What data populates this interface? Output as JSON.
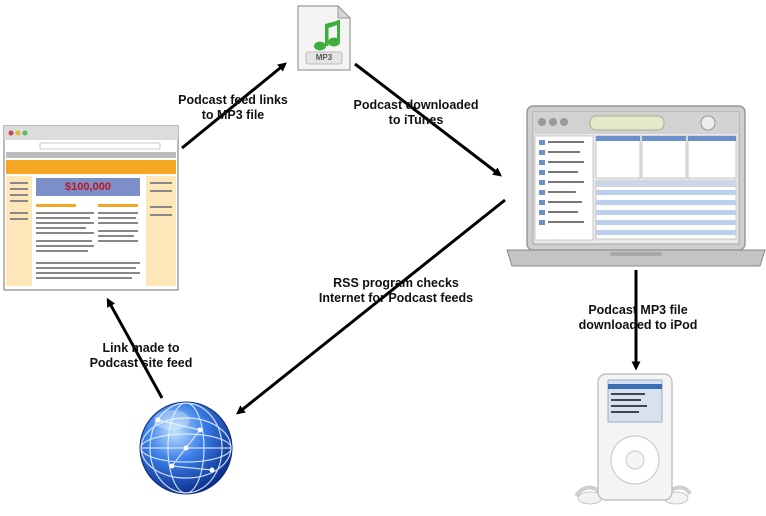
{
  "labels": {
    "feed_links": [
      "Podcast feed links",
      "to MP3 file"
    ],
    "downloaded_itunes": [
      "Podcast downloaded",
      "to iTunes"
    ],
    "rss_checks": [
      "RSS program checks",
      "Internet for Podcast feeds"
    ],
    "mp3_to_ipod": [
      "Podcast MP3 file",
      "downloaded to iPod"
    ],
    "link_made": [
      "Link made to",
      "Podcast site feed"
    ]
  },
  "icons": {
    "mp3_file": "MP3",
    "website_banner": "$100,000"
  },
  "colors": {
    "arrow": "#000000",
    "website_accent": "#f5a623",
    "globe": "#1f5fd6",
    "mp3_note": "#3fae3f"
  }
}
